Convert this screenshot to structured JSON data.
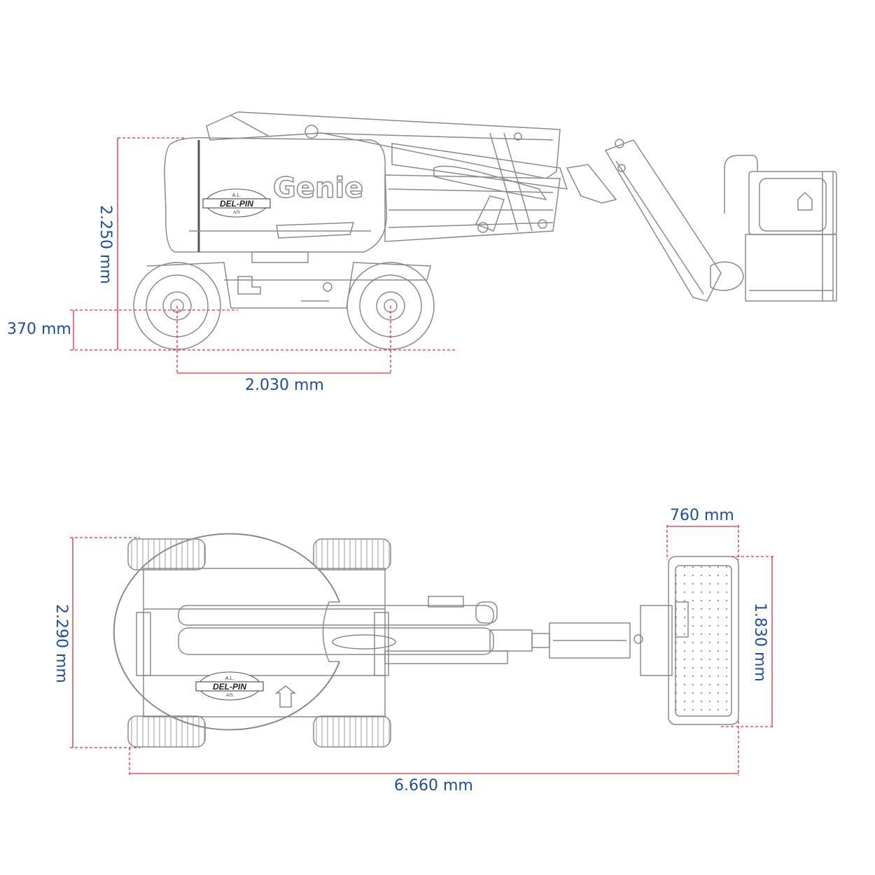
{
  "colors": {
    "line": "#8a8a8a",
    "dim_line": "#e0303a",
    "dim_text": "#1f4e9b",
    "logo_text": "#9a9a9a"
  },
  "side_view": {
    "brand_logo": "Genie",
    "dealer_logo": {
      "top": "A.L.",
      "main": "DEL-PIN",
      "bottom": "A/S"
    },
    "dims": {
      "height": "2.250 mm",
      "ground_clearance": "370 mm",
      "wheelbase": "2.030 mm"
    }
  },
  "top_view": {
    "dealer_logo": {
      "top": "A.L.",
      "main": "DEL-PIN",
      "bottom": "A/S"
    },
    "dims": {
      "width": "2.290 mm",
      "length": "6.660 mm",
      "platform_width": "760 mm",
      "platform_length": "1.830 mm"
    }
  }
}
